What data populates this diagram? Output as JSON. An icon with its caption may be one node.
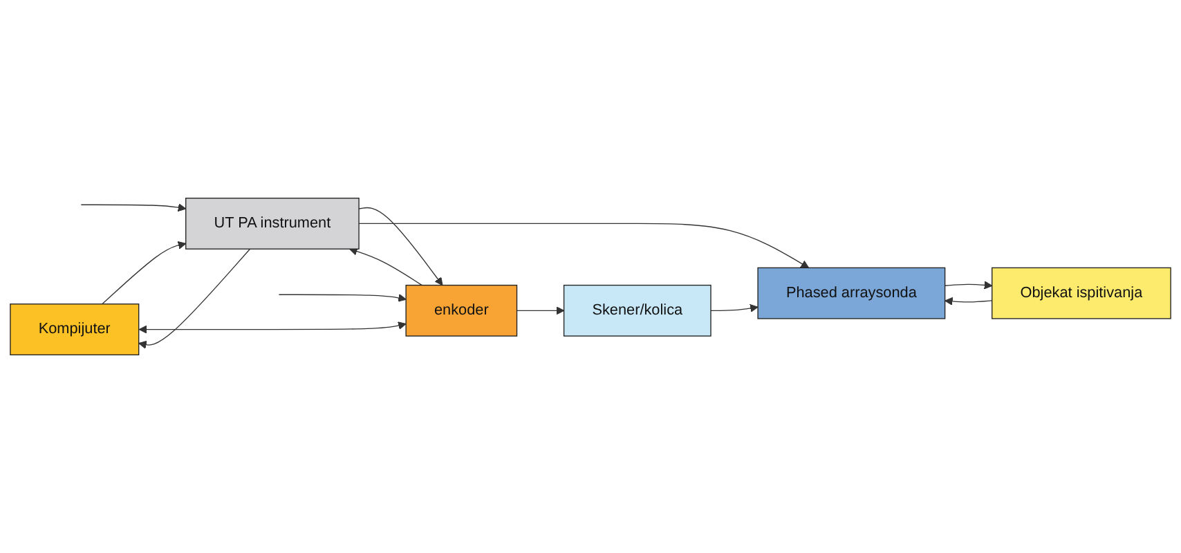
{
  "diagram": {
    "nodes": [
      {
        "text": [
          "Kompijuter"
        ]
      },
      {
        "text": [
          "UT PA instrument"
        ]
      },
      {
        "text": [
          "enkoder"
        ]
      },
      {
        "text": [
          "Objekat ispitivanja"
        ]
      },
      {
        "text": [
          "Phased arraysonda"
        ]
      },
      {
        "text": [
          "Skener/kolica"
        ]
      }
    ],
    "edges": [
      {
        "from": 0,
        "to": 1,
        "arrow": "to"
      },
      {
        "from": 1,
        "to": 2,
        "arrow": "to"
      },
      {
        "from": 1,
        "to": 0,
        "arrow": "to"
      },
      {
        "from": 2,
        "to": 1,
        "arrow": "to"
      },
      {
        "from": 0,
        "to": 2,
        "arrow": "both"
      },
      {
        "from": null,
        "to": 1,
        "arrow": "to"
      },
      {
        "from": null,
        "to": 2,
        "arrow": "to"
      },
      {
        "from": 1,
        "to": 4,
        "arrow": "to"
      },
      {
        "from": 2,
        "to": 5,
        "arrow": "to"
      },
      {
        "from": 3,
        "to": 4,
        "arrow": "to"
      },
      {
        "from": 4,
        "to": 3,
        "arrow": "to"
      },
      {
        "from": 5,
        "to": 4,
        "arrow": "to"
      }
    ]
  }
}
